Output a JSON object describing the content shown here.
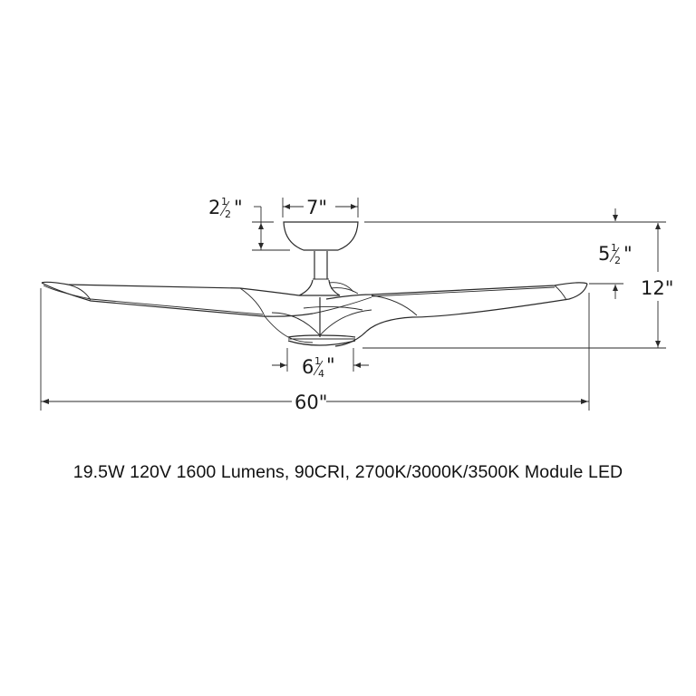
{
  "diagram": {
    "subject": "ceiling fan side elevation",
    "dimensions": {
      "canopy_height": {
        "whole": "2",
        "fraction": "1/2",
        "unit": "\""
      },
      "canopy_width": {
        "label": "7\""
      },
      "blade_to_ceiling": {
        "whole": "5",
        "fraction": "1/2",
        "unit": "\""
      },
      "overall_height": {
        "label": "12\""
      },
      "light_width": {
        "whole": "6",
        "fraction": "1/4",
        "unit": "\""
      },
      "blade_span": {
        "label": "60\""
      }
    },
    "caption": "19.5W 120V 1600 Lumens, 90CRI, 2700K/3000K/3500K Module LED"
  }
}
